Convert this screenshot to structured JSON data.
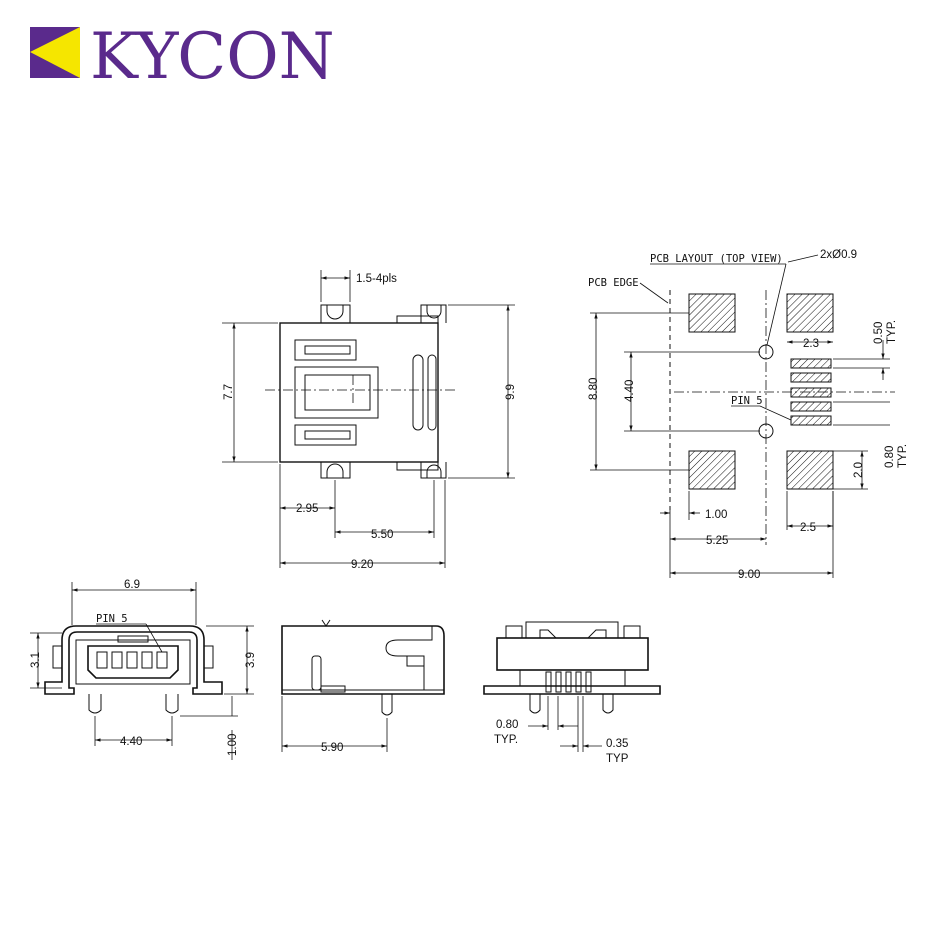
{
  "logo": {
    "brand": "KYCON",
    "colors": {
      "purple": "#5a2a8c",
      "yellow": "#f5e600"
    }
  },
  "top_view": {
    "dim_1_5": "1.5-4pls",
    "dim_7_7": "7.7",
    "dim_9_9": "9.9",
    "dim_2_95": "2.95",
    "dim_5_50": "5.50",
    "dim_9_20": "9.20"
  },
  "pcb_layout": {
    "title": "PCB LAYOUT (TOP VIEW)",
    "pcb_edge": "PCB EDGE",
    "hole_note": "2xØ0.9",
    "dim_0_50": "0.50",
    "dim_0_50_typ": "TYP.",
    "dim_2_3": "2.3",
    "dim_8_80": "8.80",
    "dim_4_40": "4.40",
    "pin5": "PIN 5",
    "dim_0_80": "0.80",
    "dim_0_80_typ": "TYP.",
    "dim_2_0": "2.0",
    "dim_1_00": "1.00",
    "dim_2_5": "2.5",
    "dim_5_25": "5.25",
    "dim_9_00": "9.00"
  },
  "front_view": {
    "dim_6_9": "6.9",
    "pin5": "PIN 5",
    "dim_3_1": "3.1",
    "dim_3_9": "3.9",
    "dim_4_40": "4.40",
    "dim_1_00": "1.00"
  },
  "side_view": {
    "dim_5_90": "5.90"
  },
  "rear_view": {
    "dim_0_80": "0.80",
    "dim_0_80_typ": "TYP.",
    "dim_0_35": "0.35",
    "dim_0_35_typ": "TYP"
  }
}
